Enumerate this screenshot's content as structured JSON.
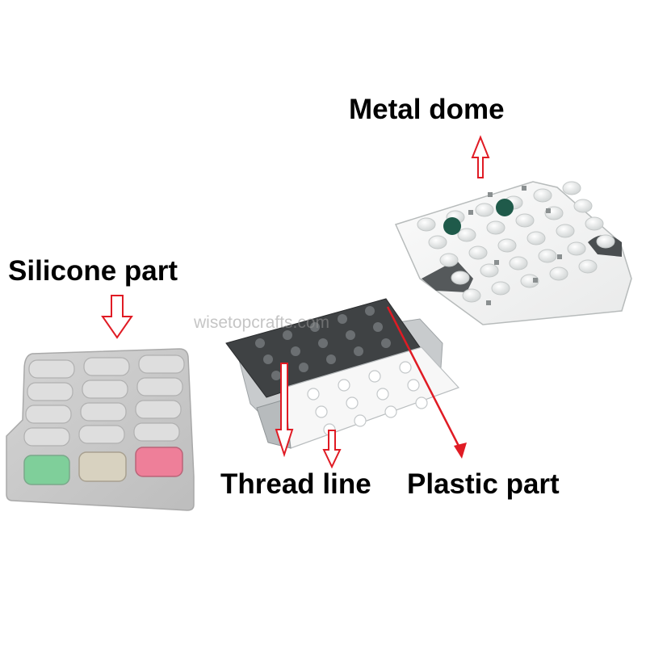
{
  "labels": {
    "metal_dome": "Metal dome",
    "silicone_part": "Silicone part",
    "thread_line": "Thread line",
    "plastic_part": "Plastic part"
  },
  "watermark": "wisetopcrafts.com",
  "colors": {
    "arrow": "#e01b24",
    "silicone_body": "#c9c9c9",
    "silicone_key_green": "#7fcf9a",
    "silicone_key_beige": "#d8d2c0",
    "silicone_key_pink": "#ee7f99",
    "plastic_dark": "#3f4244",
    "dome_sheet": "#f4f5f5",
    "dome_accent": "#1f5a4a"
  }
}
